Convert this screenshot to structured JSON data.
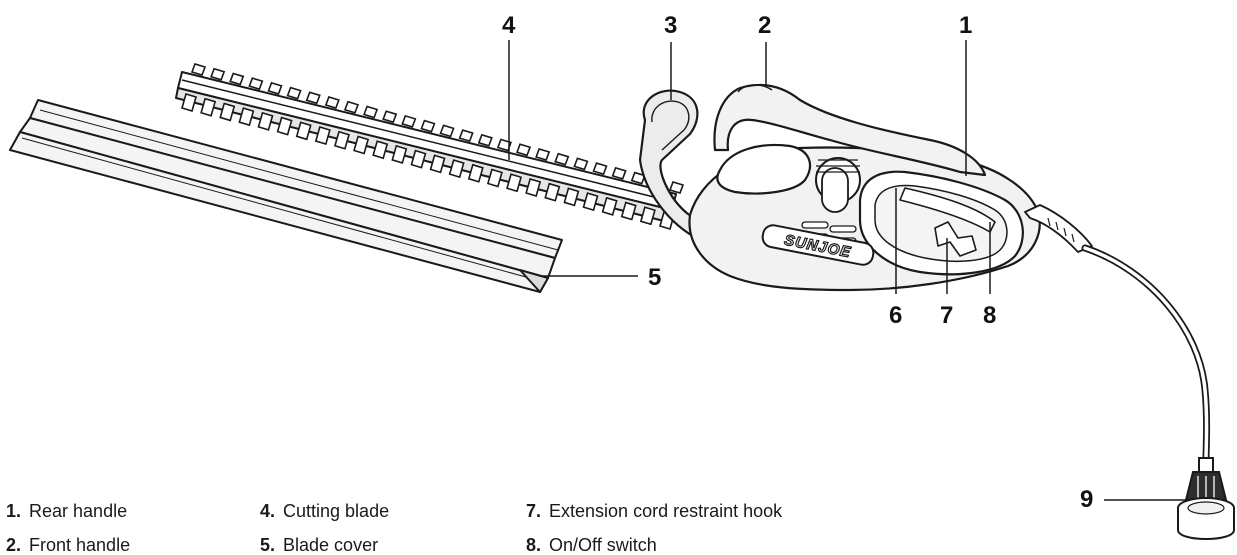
{
  "callouts": {
    "c1": "1",
    "c2": "2",
    "c3": "3",
    "c4": "4",
    "c5": "5",
    "c6": "6",
    "c7": "7",
    "c8": "8",
    "c9": "9"
  },
  "brand": {
    "logo_text": "SUNJOE"
  },
  "legend": [
    {
      "num": "1.",
      "label": "Rear handle"
    },
    {
      "num": "2.",
      "label": "Front handle"
    },
    {
      "num": "4.",
      "label": "Cutting blade"
    },
    {
      "num": "5.",
      "label": "Blade cover"
    },
    {
      "num": "7.",
      "label": "Extension cord restraint hook"
    },
    {
      "num": "8.",
      "label": "On/Off switch"
    }
  ],
  "colors": {
    "line": "#1a1a1a",
    "body_fill": "#f2f2f2",
    "dark_fill": "#3a3a3a"
  }
}
